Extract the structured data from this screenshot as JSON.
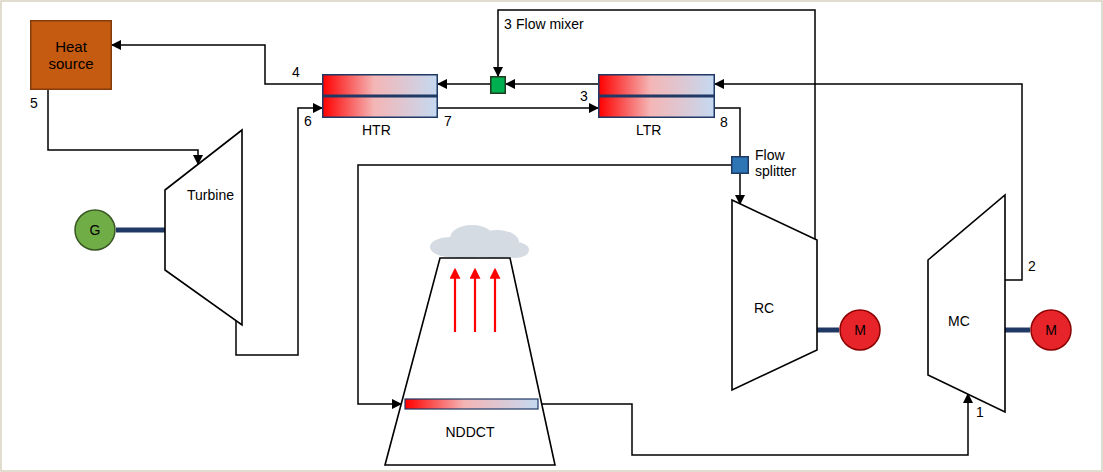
{
  "diagram": {
    "nodes": [
      {
        "text": [
          "Heat source"
        ]
      },
      {
        "text": [
          "HTR"
        ]
      },
      {
        "text": [
          "Flow mixer"
        ]
      },
      {
        "text": [
          "LTR"
        ]
      },
      {
        "text": [
          "Flow splitter"
        ]
      },
      {
        "text": [
          "G"
        ]
      },
      {
        "text": [
          "Turbine"
        ]
      },
      {
        "text": [
          "RC"
        ]
      },
      {
        "text": [
          "M"
        ]
      },
      {
        "text": [
          "MC"
        ]
      },
      {
        "text": [
          "M"
        ]
      },
      {
        "text": [
          "NDDCT"
        ]
      }
    ],
    "edges": [
      {
        "from": 0,
        "to": 6,
        "arrow": "to"
      },
      {
        "from": 6,
        "to": 1,
        "arrow": "to"
      },
      {
        "from": 1,
        "to": 3,
        "arrow": "to"
      },
      {
        "from": 3,
        "to": 4,
        "arrow": "none"
      },
      {
        "from": 4,
        "to": 11,
        "arrow": "to"
      },
      {
        "from": 4,
        "to": 7,
        "arrow": "to"
      },
      {
        "from": 11,
        "to": 9,
        "arrow": "to"
      },
      {
        "from": 9,
        "to": 3,
        "arrow": "to"
      },
      {
        "from": 3,
        "to": 2,
        "arrow": "to"
      },
      {
        "from": 7,
        "to": 2,
        "arrow": "to"
      },
      {
        "from": 2,
        "to": 1,
        "arrow": "to"
      },
      {
        "from": 1,
        "to": 0,
        "arrow": "to"
      },
      {
        "from": 5,
        "to": 6,
        "arrow": "none"
      },
      {
        "from": 7,
        "to": 8,
        "arrow": "none"
      },
      {
        "from": 9,
        "to": 10,
        "arrow": "none"
      }
    ],
    "labels": [
      "5",
      "4",
      "6",
      "7",
      "3",
      "3",
      "8",
      "2",
      "1"
    ]
  }
}
